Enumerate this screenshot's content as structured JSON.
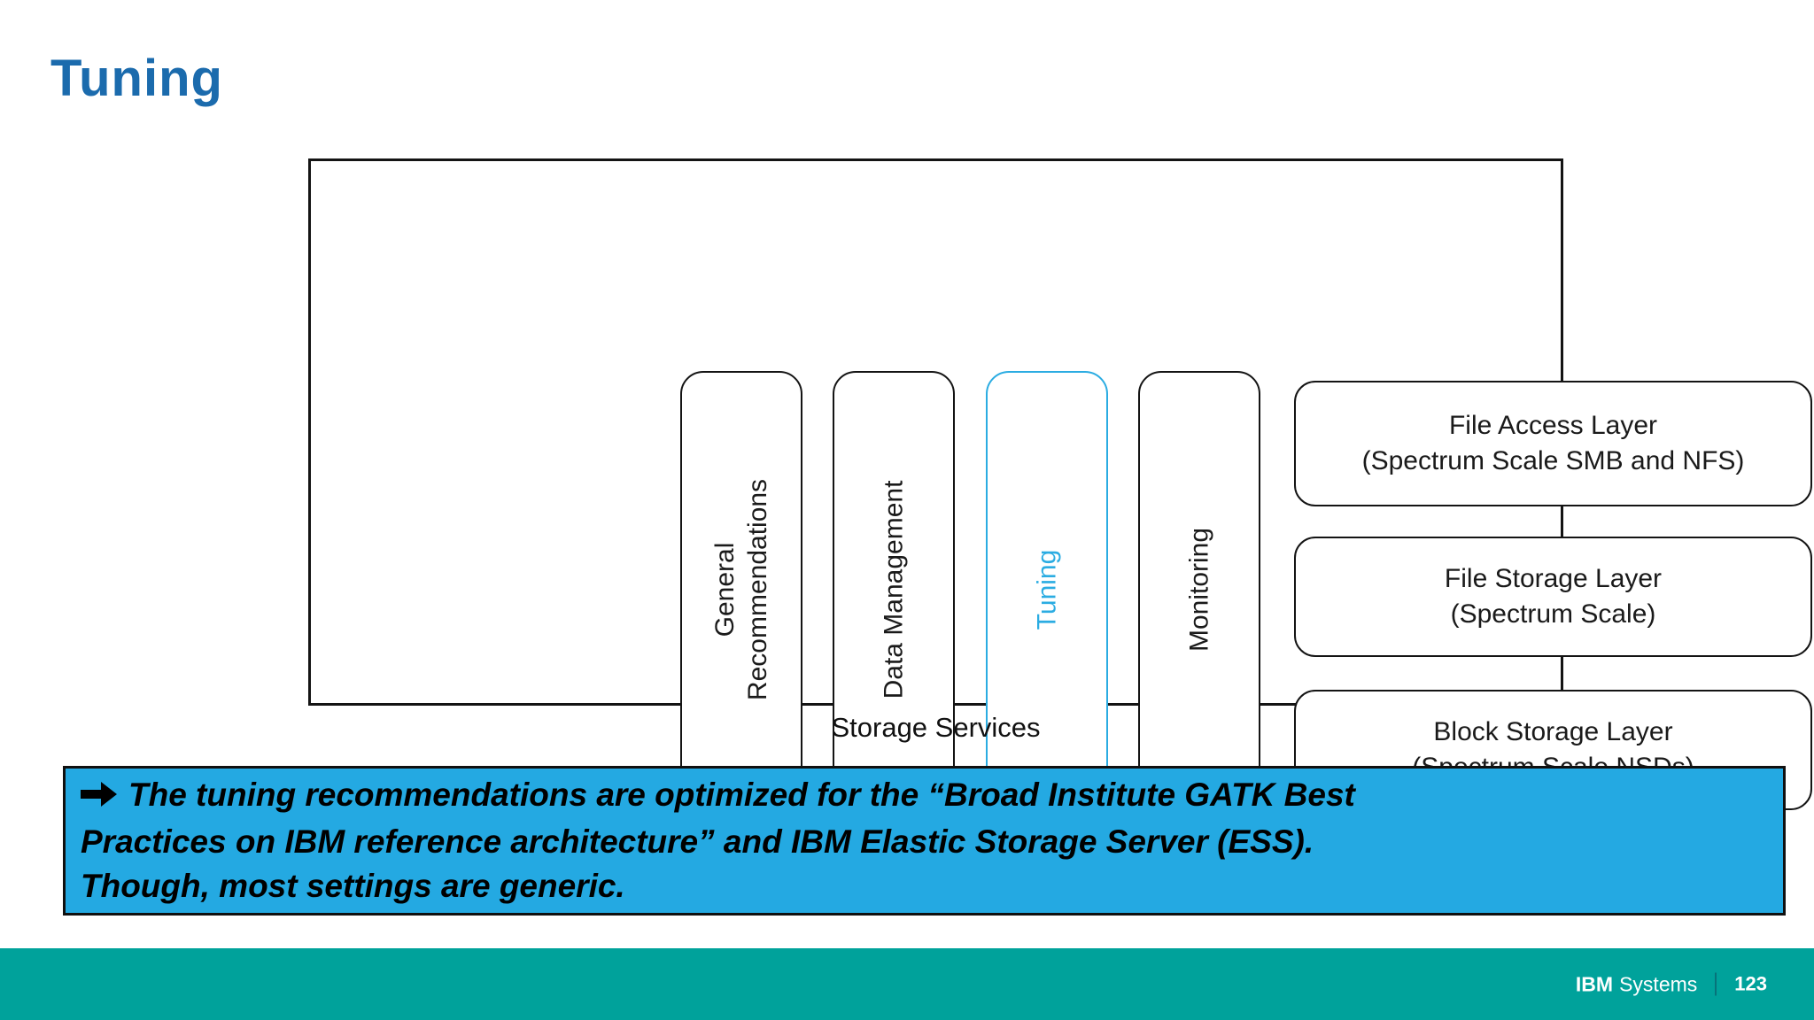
{
  "slide": {
    "title": "Tuning"
  },
  "diagram": {
    "caption": "Storage Services",
    "pillars": [
      {
        "line1": "General",
        "line2": "Recommendations",
        "highlighted": false
      },
      {
        "line1": "Data Management",
        "highlighted": false
      },
      {
        "line1": "Tuning",
        "highlighted": true
      },
      {
        "line1": "Monitoring",
        "highlighted": false
      }
    ],
    "layers": [
      {
        "line1": "File Access Layer",
        "line2": "(Spectrum Scale SMB and NFS)"
      },
      {
        "line1": "File Storage Layer",
        "line2": "(Spectrum Scale)"
      },
      {
        "line1": "Block Storage Layer",
        "line2": "(Spectrum Scale NSDs)"
      }
    ]
  },
  "callout": {
    "arrow_icon": "right-arrow",
    "arrow_glyph": "➔",
    "lines": [
      "The tuning recommendations are optimized for the “Broad Institute GATK Best",
      "Practices on IBM reference architecture” and IBM Elastic Storage Server (ESS).",
      "Though, most settings are generic."
    ]
  },
  "footer": {
    "brand_bold": "IBM",
    "brand_regular": "Systems",
    "page_number": "123"
  },
  "colors": {
    "title_blue": "#1B6BAD",
    "accent_cyan": "#2BACE2",
    "callout_bg": "#24A9E2",
    "footer_teal": "#00A29B"
  }
}
